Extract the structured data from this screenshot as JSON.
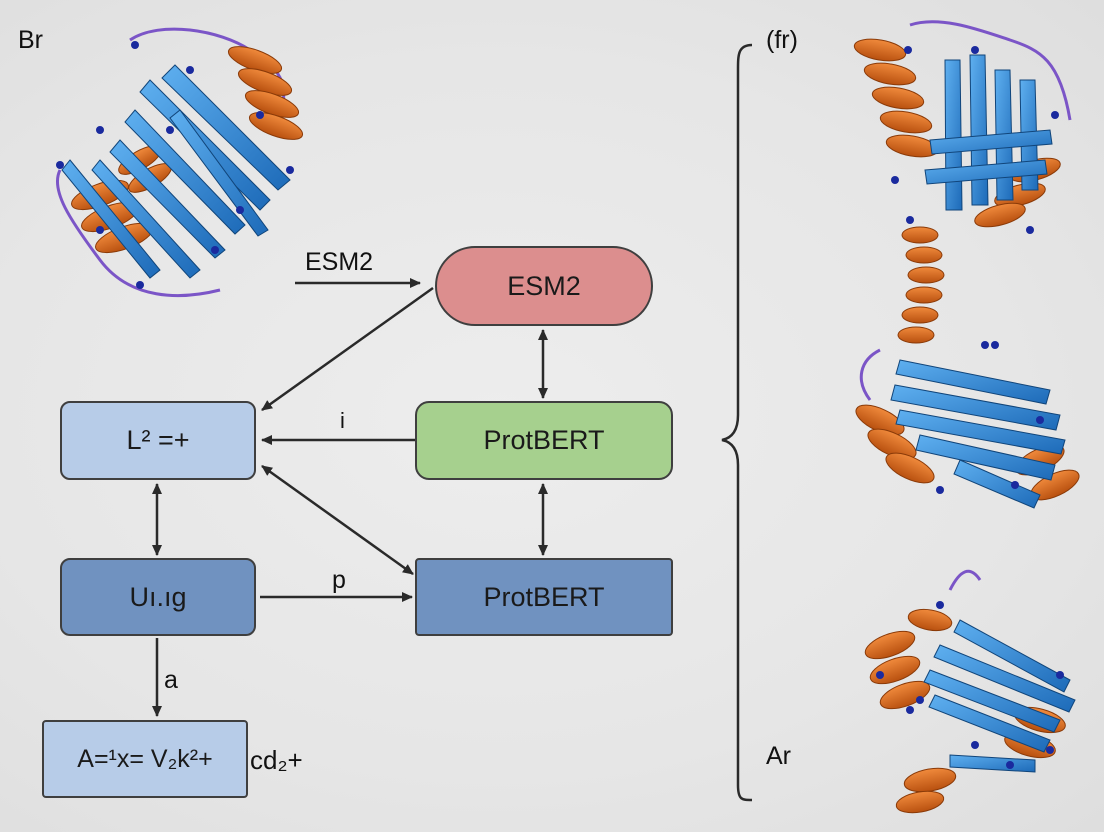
{
  "labels": {
    "corner_top_left": "Br",
    "corner_top_right": "(fr)",
    "corner_bottom_right": "Ar",
    "arrow_input": "ESM2",
    "edge_i": "i",
    "edge_p": "p",
    "edge_a": "a",
    "trailing": "cd₂+"
  },
  "nodes": {
    "esm2": "ESM2",
    "protbert_green": "ProtBERT",
    "protbert_blue": "ProtBERT",
    "l2": "L² =+",
    "using": "Uı.ıg",
    "formula": "A=¹x= V₂k²+"
  },
  "colors": {
    "esm2": "#dc8e8e",
    "protbert_green": "#a6d08e",
    "protbert_blue": "#7092c0",
    "l2": "#b7cce8",
    "using": "#7092c0",
    "formula": "#b7cce8",
    "helix": "#d9661e",
    "sheet": "#2e86d6",
    "loop": "#7b55c7",
    "atom": "#1a2a9e"
  },
  "icons": [
    "protein-structure-icon"
  ]
}
